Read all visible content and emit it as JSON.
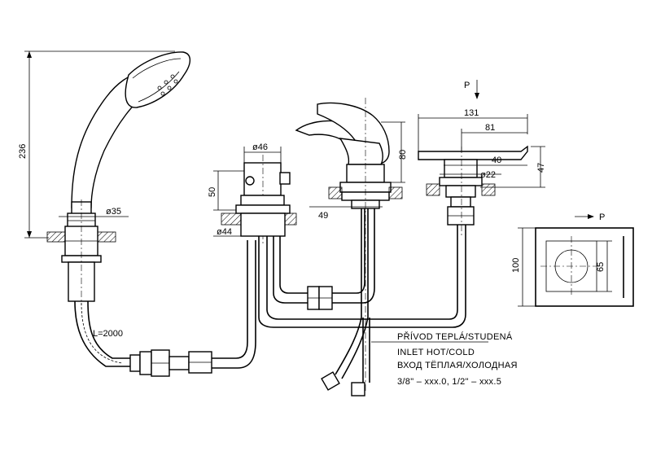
{
  "dimensions": {
    "shower_height": "236",
    "shower_base_diameter": "ø35",
    "hose_length": "L=2000",
    "diverter_top_diameter": "ø46",
    "diverter_height": "50",
    "diverter_base_diameter": "ø44",
    "mixer_height": "80",
    "mixer_base_offset": "49",
    "spout_width": "131",
    "spout_reach": "81",
    "spout_mid": "40",
    "spout_base_diameter": "ø22",
    "spout_height": "47",
    "plate_height": "100",
    "plate_inner": "65"
  },
  "flow_markers": {
    "spout_top": "P",
    "plate": "P"
  },
  "inlet_note": {
    "line1": "PŘÍVOD TEPLÁ/STUDENÁ",
    "line2": "INLET HOT/COLD",
    "line3": "ВХОД ТЁПЛАЯ/ХОЛОДНАЯ",
    "line4": "3/8\" – xxx.0, 1/2\" – xxx.5"
  }
}
